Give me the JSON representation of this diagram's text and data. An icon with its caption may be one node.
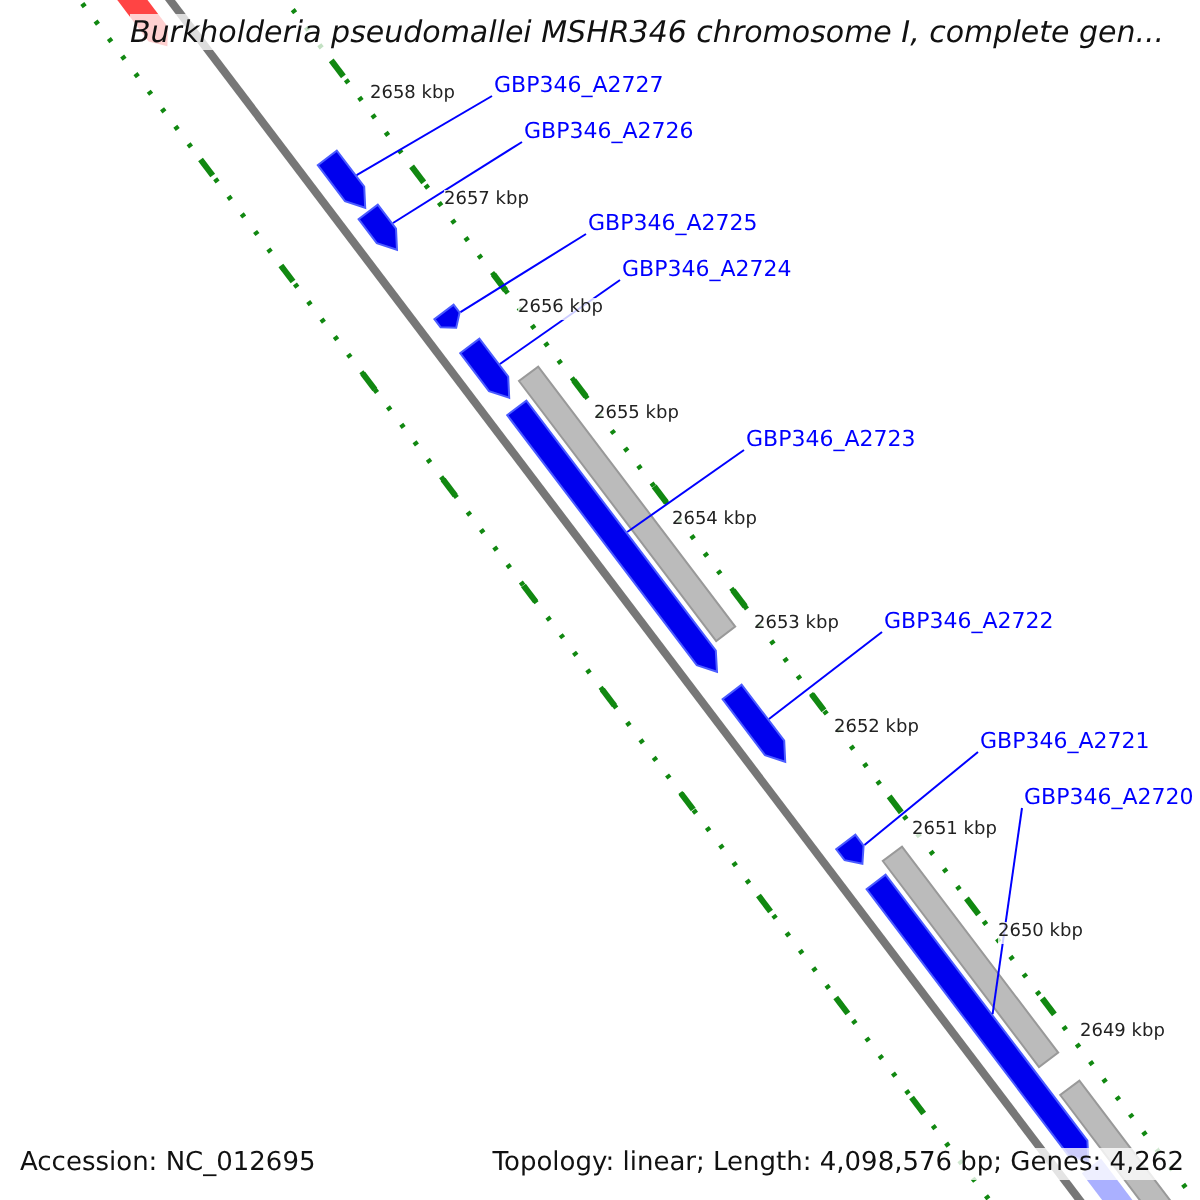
{
  "diagram": {
    "title": "Burkholderia pseudomallei MSHR346 chromosome I, complete gen...",
    "nodes": [
      {
        "text": [
          "GBP346_A2727"
        ]
      },
      {
        "text": [
          "GBP346_A2726"
        ]
      },
      {
        "text": [
          "GBP346_A2725"
        ]
      },
      {
        "text": [
          "GBP346_A2724"
        ]
      },
      {
        "text": [
          "GBP346_A2723"
        ]
      },
      {
        "text": [
          "GBP346_A2722"
        ]
      },
      {
        "text": [
          "GBP346_A2721"
        ]
      },
      {
        "text": [
          "GBP346_A2720"
        ]
      },
      {
        "text": [],
        "shape": "arrow"
      },
      {
        "text": [],
        "shape": "arrow"
      },
      {
        "text": [],
        "shape": "arrow"
      },
      {
        "text": [],
        "shape": "arrow"
      },
      {
        "text": [],
        "shape": "arrow"
      },
      {
        "text": [],
        "shape": "arrow"
      },
      {
        "text": [],
        "shape": "arrow"
      },
      {
        "text": [],
        "shape": "arrow"
      }
    ],
    "edges": [
      {
        "from": 0,
        "to": 8,
        "arrow": "none"
      },
      {
        "from": 1,
        "to": 9,
        "arrow": "none"
      },
      {
        "from": 2,
        "to": 10,
        "arrow": "none"
      },
      {
        "from": 3,
        "to": 11,
        "arrow": "none"
      },
      {
        "from": 4,
        "to": 12,
        "arrow": "none"
      },
      {
        "from": 5,
        "to": 13,
        "arrow": "none"
      },
      {
        "from": 6,
        "to": 14,
        "arrow": "none"
      },
      {
        "from": 7,
        "to": 15,
        "arrow": "none"
      }
    ],
    "labels": [
      "2658 kbp",
      "2657 kbp",
      "2656 kbp",
      "2655 kbp",
      "2654 kbp",
      "2653 kbp",
      "2652 kbp",
      "2651 kbp",
      "2650 kbp",
      "2649 kbp",
      "Accession: NC_012695",
      "Topology: linear; Length: 4,098,576 bp; Genes: 4,262"
    ]
  }
}
